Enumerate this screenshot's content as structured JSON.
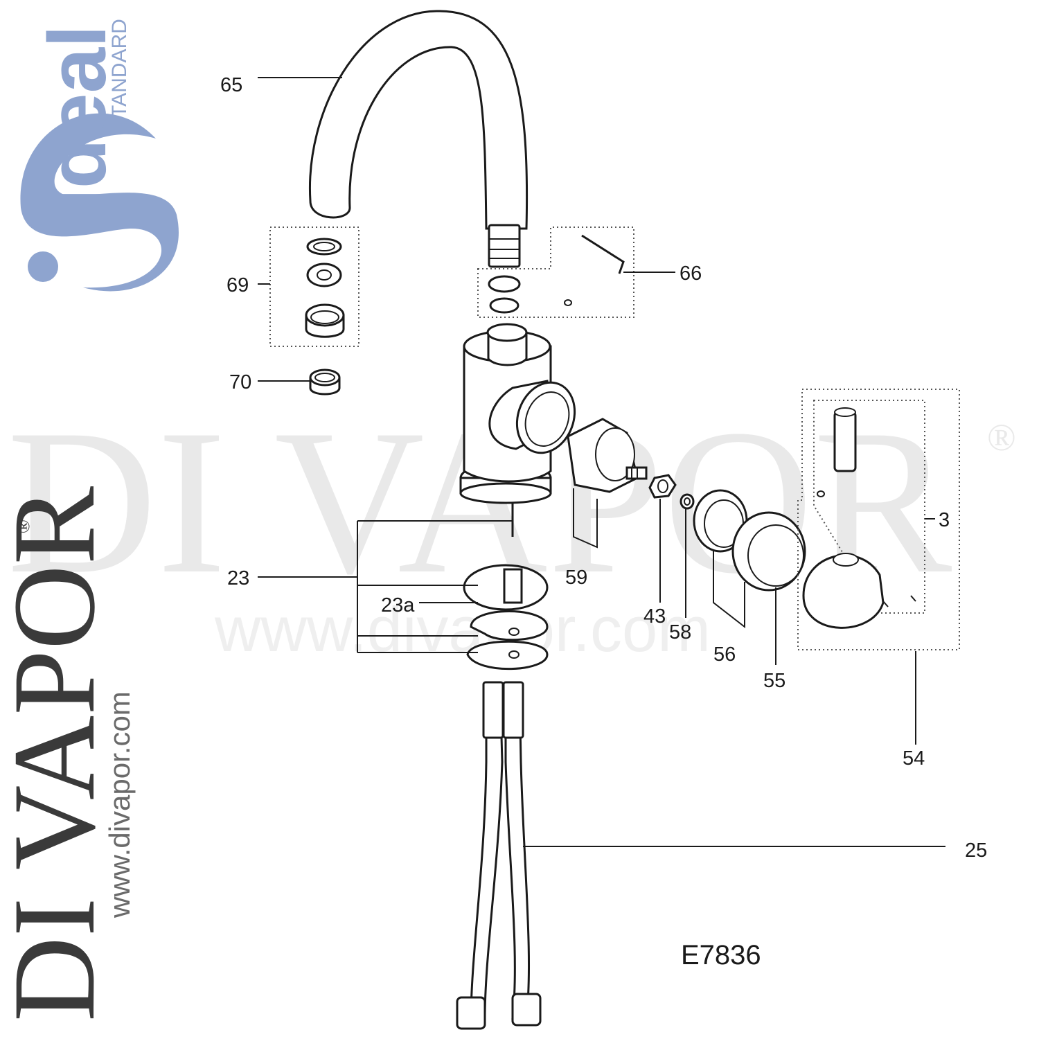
{
  "brand": {
    "logo_word": "Ideal",
    "logo_subword": "STANDARD",
    "logo_color": "#8ea4cf",
    "watermark": "DI VAPOR",
    "watermark_reg": "®",
    "watermark_url": "www.divapor.com",
    "side_brand": "DI VAPOR",
    "side_reg": "®",
    "side_url": "www.divapor.com"
  },
  "diagram": {
    "model_code": "E7836",
    "callouts": [
      {
        "id": "65",
        "text": "65"
      },
      {
        "id": "69",
        "text": "69"
      },
      {
        "id": "66",
        "text": "66"
      },
      {
        "id": "70",
        "text": "70"
      },
      {
        "id": "3",
        "text": "3"
      },
      {
        "id": "23",
        "text": "23"
      },
      {
        "id": "23a",
        "text": "23a"
      },
      {
        "id": "59",
        "text": "59"
      },
      {
        "id": "43",
        "text": "43"
      },
      {
        "id": "58",
        "text": "58"
      },
      {
        "id": "56",
        "text": "56"
      },
      {
        "id": "55",
        "text": "55"
      },
      {
        "id": "54",
        "text": "54"
      },
      {
        "id": "25",
        "text": "25"
      }
    ]
  }
}
